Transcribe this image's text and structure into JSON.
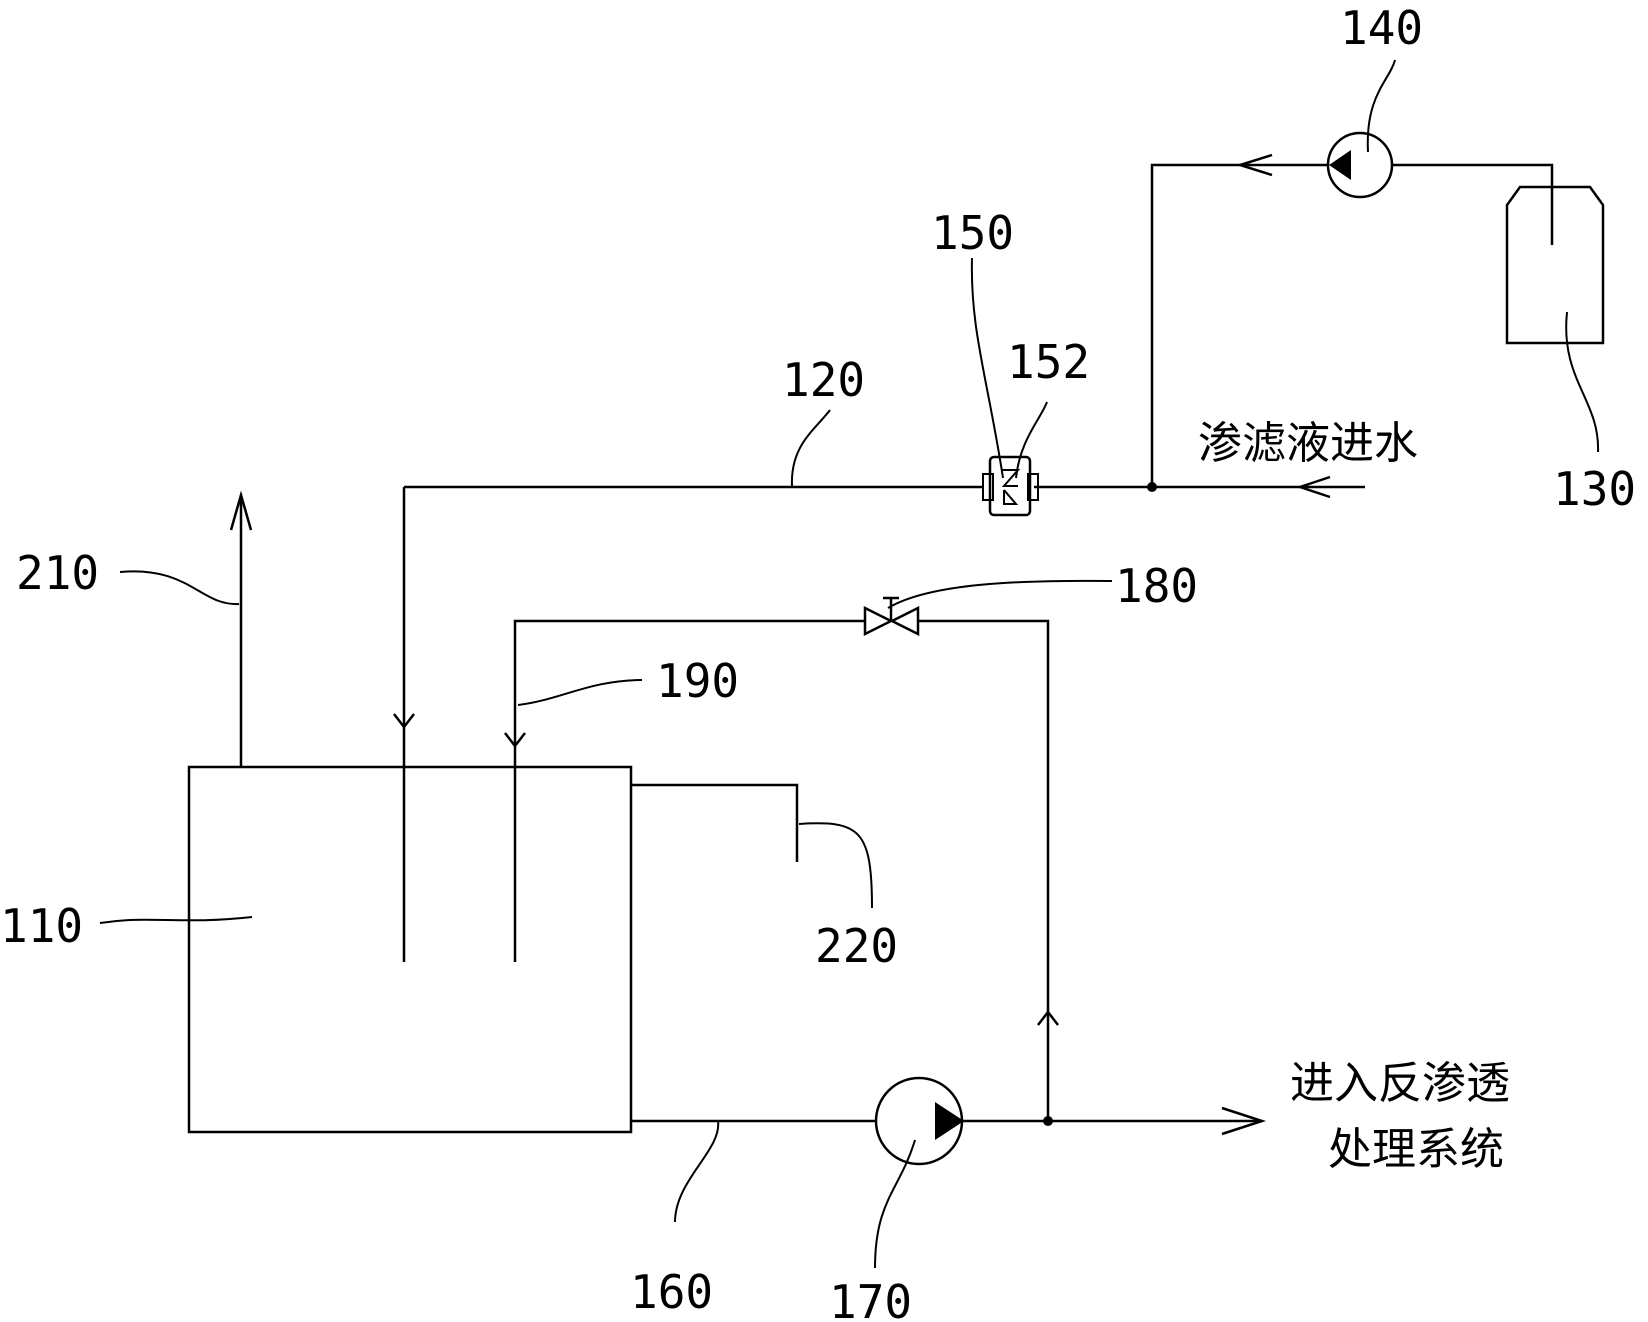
{
  "labels": {
    "tank": "110",
    "feed_line": "120",
    "dosing_tank": "130",
    "dosing_pump": "140",
    "mixer": "150",
    "mixer_insert": "152",
    "outlet_line": "160",
    "outlet_pump": "170",
    "return_valve": "180",
    "return_line": "190",
    "vent_line": "210",
    "overflow": "220"
  },
  "texts": {
    "inlet": "渗滤液进水",
    "outlet_line1": "进入反渗透",
    "outlet_line2": "处理系统"
  },
  "colors": {
    "line": "#000000",
    "background": "#ffffff"
  }
}
